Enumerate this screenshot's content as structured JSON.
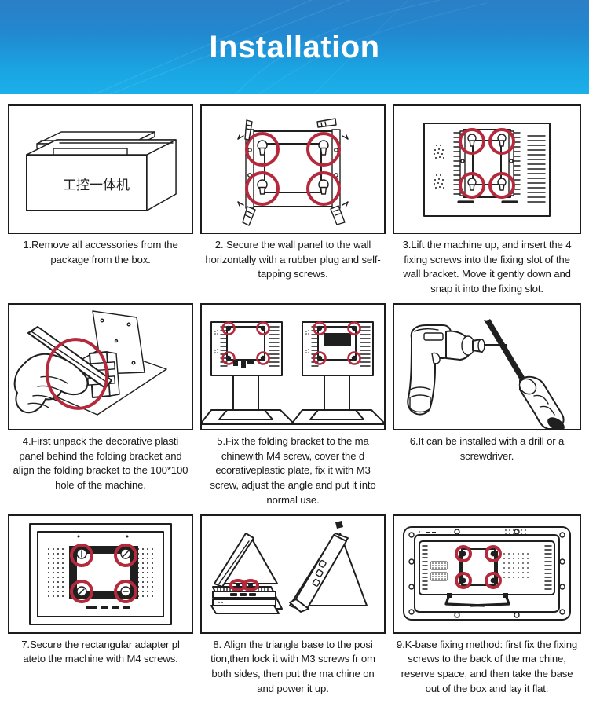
{
  "header": {
    "title": "Installation",
    "gradient_top": "#2b7fc6",
    "gradient_bottom": "#1cb0ea"
  },
  "colors": {
    "accent_red": "#b4293c",
    "line": "#1f1f1f",
    "text": "#16181a",
    "background": "#ffffff"
  },
  "steps": [
    {
      "number": "1",
      "caption": "1.Remove all accessories from the package from the box.",
      "figure_name": "packaging-box-illustration",
      "box_label": "工控一体机",
      "highlights": 0
    },
    {
      "number": "2",
      "caption": "2. Secure the wall panel to the wall horizontally with a rubber plug and self-tapping screws.",
      "figure_name": "wall-panel-bracket-illustration",
      "highlights": 4
    },
    {
      "number": "3",
      "caption": "3.Lift the machine up, and insert the 4 fixing screws into the fixing slot of the wall bracket. Move it gently down and snap it into the fixing slot.",
      "figure_name": "machine-on-wall-bracket-illustration",
      "highlights": 4
    },
    {
      "number": "4",
      "caption": "4.First unpack the decorative plasti panel behind the folding bracket and align the folding bracket to the 100*100 hole of the machine.",
      "figure_name": "hand-folding-bracket-illustration",
      "highlights": 1
    },
    {
      "number": "5",
      "caption": "5.Fix the folding bracket to the ma chinewith M4 screw, cover the d ecorativeplastic plate, fix it with M3 screw, adjust the angle and put it into normal use.",
      "figure_name": "monitor-stand-pair-illustration",
      "highlights": 8
    },
    {
      "number": "6",
      "caption": "6.It can be installed with a drill or a screwdriver.",
      "figure_name": "drill-and-screwdriver-illustration",
      "highlights": 0
    },
    {
      "number": "7",
      "caption": "7.Secure the rectangular adapter pl ateto the machine with M4 screws.",
      "figure_name": "rectangular-adapter-plate-illustration",
      "highlights": 4
    },
    {
      "number": "8",
      "caption": "8. Align the triangle base to the posi tion,then lock it with M3 screws fr om both sides, then put the ma chine on and power it up.",
      "figure_name": "triangle-base-illustration",
      "highlights": 2
    },
    {
      "number": "9",
      "caption": "9.K-base fixing method: first fix the fixing screws to the back of the ma chine, reserve space, and then take the base out of the box and lay it flat.",
      "figure_name": "k-base-widescreen-illustration",
      "highlights": 4
    }
  ]
}
